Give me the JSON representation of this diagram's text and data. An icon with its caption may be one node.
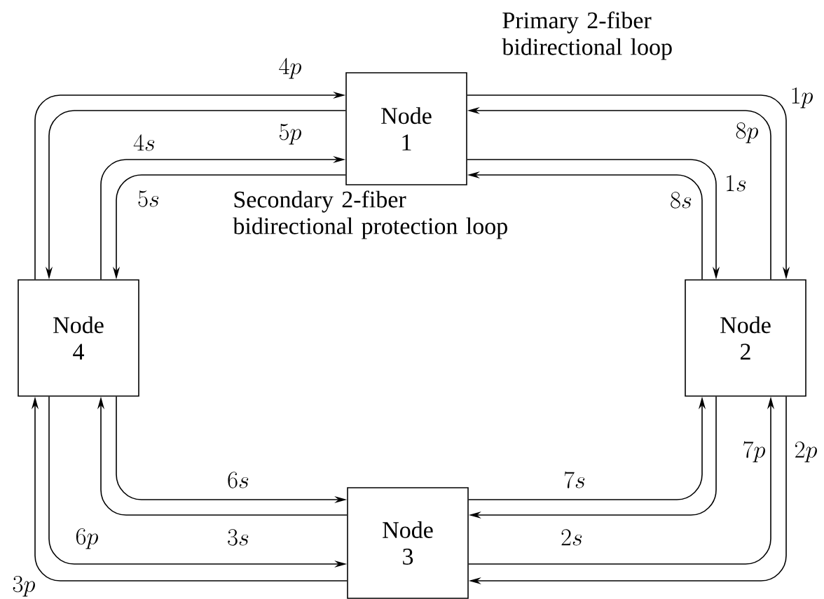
{
  "diagram": {
    "nodes": [
      {
        "text": [
          "Node 1"
        ]
      },
      {
        "text": [
          "Node 4"
        ]
      },
      {
        "text": [
          "Node 2"
        ]
      },
      {
        "text": [
          "Node 3"
        ]
      }
    ],
    "edges": [
      {
        "from": 1,
        "to": 0,
        "arrow": "to",
        "label": "4p"
      },
      {
        "from": 0,
        "to": 1,
        "arrow": "to",
        "label": "5p"
      },
      {
        "from": 1,
        "to": 0,
        "arrow": "to",
        "label": "4s"
      },
      {
        "from": 0,
        "to": 1,
        "arrow": "to",
        "label": "5s"
      },
      {
        "from": 0,
        "to": 2,
        "arrow": "to",
        "label": "1p"
      },
      {
        "from": 2,
        "to": 0,
        "arrow": "to",
        "label": "8p"
      },
      {
        "from": 0,
        "to": 2,
        "arrow": "to",
        "label": "1s"
      },
      {
        "from": 2,
        "to": 0,
        "arrow": "to",
        "label": "8s"
      },
      {
        "from": 2,
        "to": 3,
        "arrow": "to",
        "label": "2p"
      },
      {
        "from": 3,
        "to": 2,
        "arrow": "to",
        "label": "7p"
      },
      {
        "from": 2,
        "to": 3,
        "arrow": "to",
        "label": "2s"
      },
      {
        "from": 3,
        "to": 2,
        "arrow": "to",
        "label": "7s"
      },
      {
        "from": 3,
        "to": 1,
        "arrow": "to",
        "label": "3p"
      },
      {
        "from": 1,
        "to": 3,
        "arrow": "to",
        "label": "6p"
      },
      {
        "from": 3,
        "to": 1,
        "arrow": "to",
        "label": "3s"
      },
      {
        "from": 1,
        "to": 3,
        "arrow": "to",
        "label": "6s"
      }
    ],
    "labels": [
      "Primary 2-fiber bidirectional loop",
      "Secondary 2-fiber bidirectional protection loop"
    ]
  }
}
